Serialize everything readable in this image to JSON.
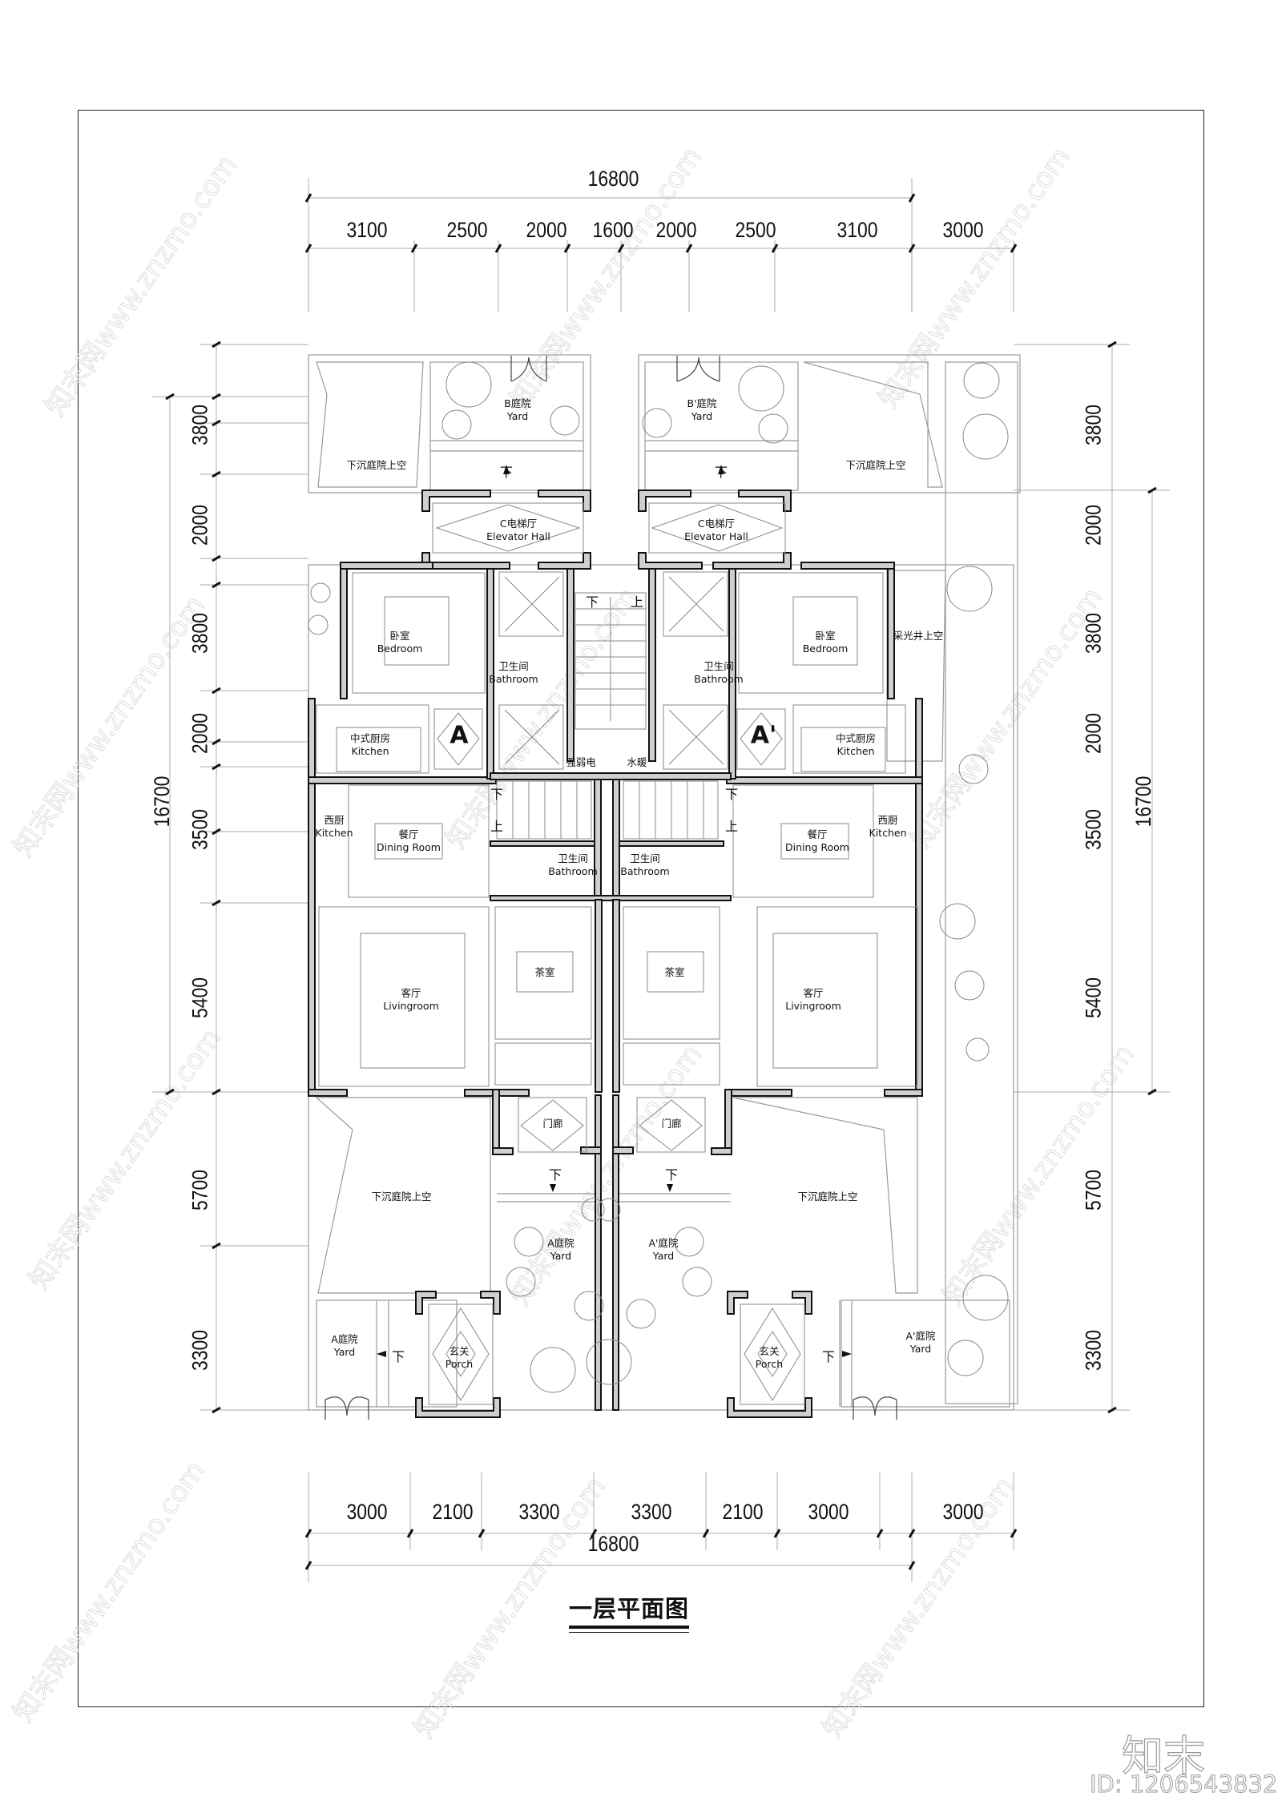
{
  "drawing": {
    "title": "一层平面图",
    "watermark_logo": "知末",
    "watermark_id": "ID: 1206543832",
    "watermark_text": "知末网www.znzmo.com"
  },
  "dimensions": {
    "top_total": "16800",
    "top_segments": [
      "3100",
      "2500",
      "2000",
      "1600",
      "2000",
      "2500",
      "3100",
      "3000"
    ],
    "bottom_total": "16800",
    "bottom_segments": [
      "3000",
      "2100",
      "3300",
      "3300",
      "2100",
      "3000",
      "3000"
    ],
    "left_total": "16700",
    "left_segments": [
      "3800",
      "2000",
      "3800",
      "2000",
      "3500",
      "5400",
      "5700",
      "3300"
    ],
    "right_total": "16700",
    "right_segments": [
      "3800",
      "2000",
      "3800",
      "2000",
      "3500",
      "5400",
      "5700",
      "3300"
    ]
  },
  "rooms": {
    "sunken_yard_nw": {
      "cn": "下沉庭院上空"
    },
    "yard_b": {
      "cn": "B庭院",
      "en": "Yard"
    },
    "yard_b_prime": {
      "cn": "B'庭院",
      "en": "Yard"
    },
    "sunken_yard_ne": {
      "cn": "下沉庭院上空"
    },
    "elevator_hall_left": {
      "cn": "C电梯厅",
      "en": "Elevator Hall"
    },
    "elevator_hall_right": {
      "cn": "C电梯厅",
      "en": "Elevator Hall"
    },
    "bedroom_left": {
      "cn": "卧室",
      "en": "Bedroom"
    },
    "bedroom_right": {
      "cn": "卧室",
      "en": "Bedroom"
    },
    "bathroom_upper_left": {
      "cn": "卫生间",
      "en": "Bathroom"
    },
    "bathroom_upper_right": {
      "cn": "卫生间",
      "en": "Bathroom"
    },
    "lightwell": {
      "cn": "采光井上空"
    },
    "kitchen_cn_left": {
      "cn": "中式厨房",
      "en": "Kitchen"
    },
    "kitchen_cn_right": {
      "cn": "中式厨房",
      "en": "Kitchen"
    },
    "unit_a": "A",
    "unit_a_prime": "A'",
    "electrical": {
      "cn": "强弱电"
    },
    "plumbing": {
      "cn": "水暖"
    },
    "kitchen_west_left": {
      "cn": "西厨",
      "en": "Kitchen"
    },
    "kitchen_west_right": {
      "cn": "西厨",
      "en": "Kitchen"
    },
    "dining_left": {
      "cn": "餐厅",
      "en": "Dining Room"
    },
    "dining_right": {
      "cn": "餐厅",
      "en": "Dining Room"
    },
    "bathroom_mid_left": {
      "cn": "卫生间",
      "en": "Bathroom"
    },
    "bathroom_mid_right": {
      "cn": "卫生间",
      "en": "Bathroom"
    },
    "tea_left": {
      "cn": "茶室"
    },
    "tea_right": {
      "cn": "茶室"
    },
    "living_left": {
      "cn": "客厅",
      "en": "Livingroom"
    },
    "living_right": {
      "cn": "客厅",
      "en": "Livingroom"
    },
    "vestibule_left": {
      "cn": "门廊"
    },
    "vestibule_right": {
      "cn": "门廊"
    },
    "sunken_yard_sw": {
      "cn": "下沉庭院上空"
    },
    "sunken_yard_se": {
      "cn": "下沉庭院上空"
    },
    "yard_a_center": {
      "cn": "A庭院",
      "en": "Yard"
    },
    "yard_a_prime_center": {
      "cn": "A'庭院",
      "en": "Yard"
    },
    "yard_a_corner": {
      "cn": "A庭院",
      "en": "Yard"
    },
    "yard_a_prime_corner": {
      "cn": "A'庭院",
      "en": "Yard"
    },
    "porch_left": {
      "cn": "玄关",
      "en": "Porch"
    },
    "porch_right": {
      "cn": "玄关",
      "en": "Porch"
    }
  },
  "stair_marks": {
    "down": "下",
    "up": "上"
  }
}
